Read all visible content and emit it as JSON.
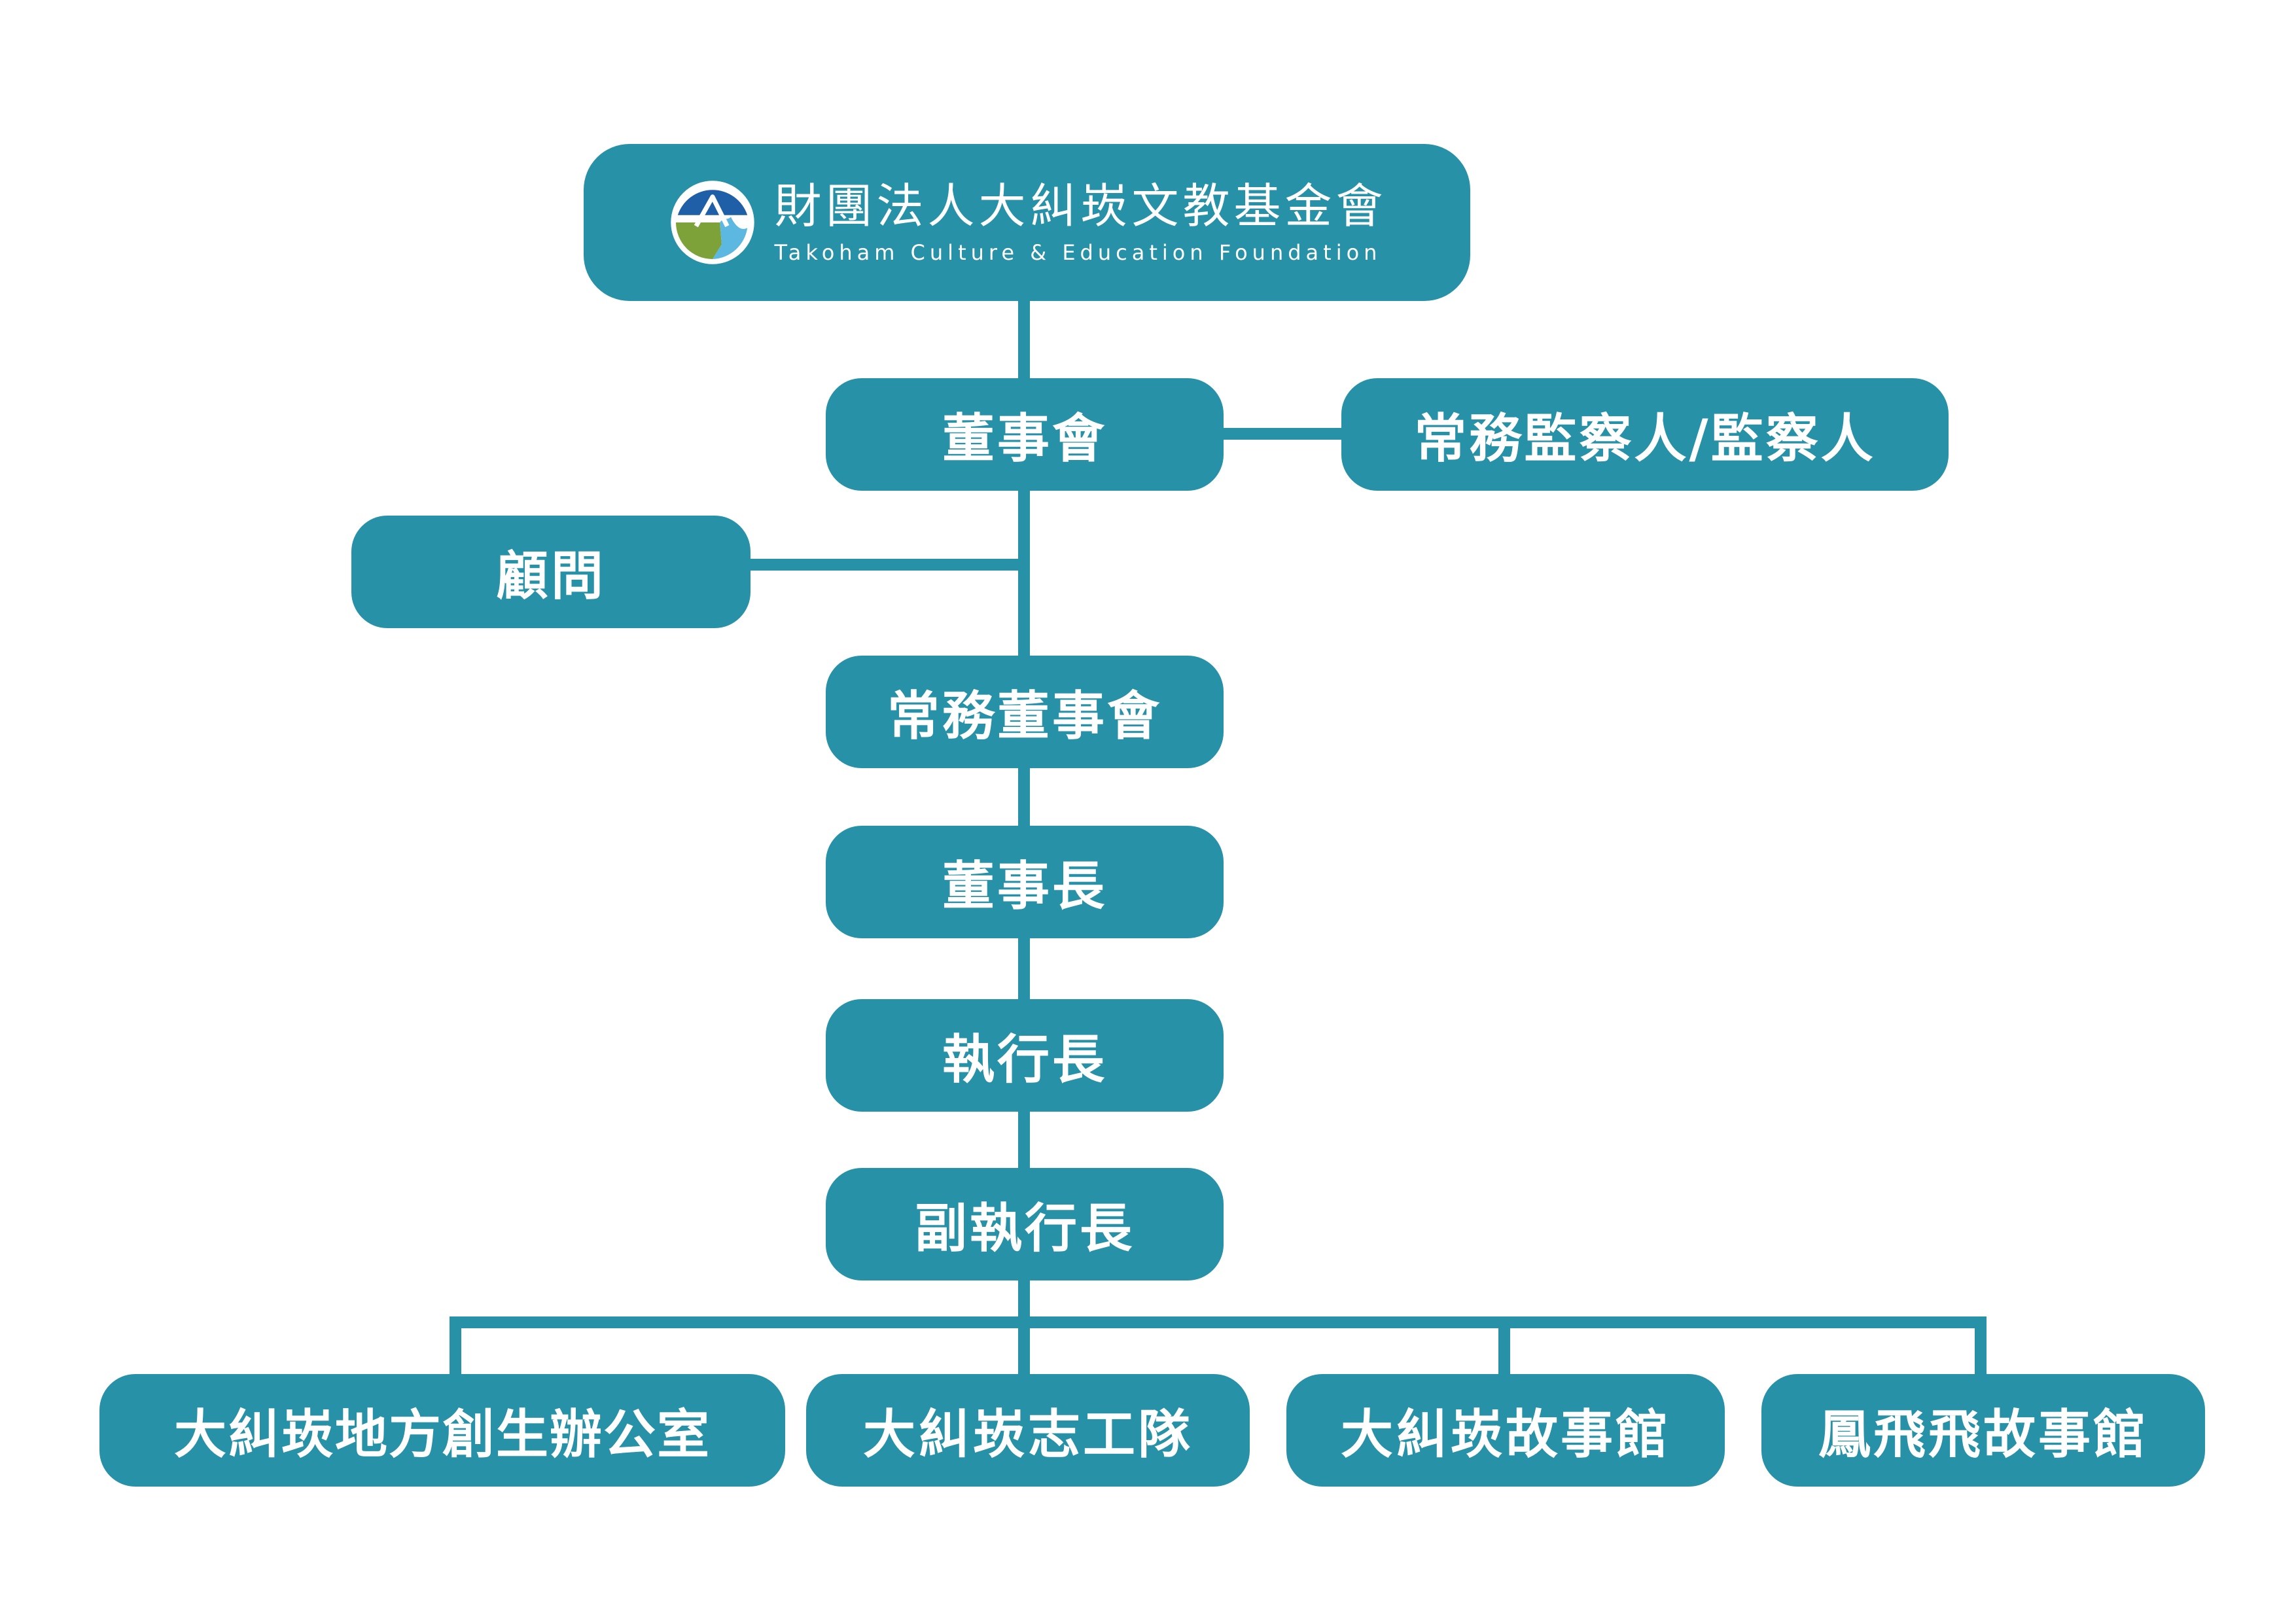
{
  "colors": {
    "accent": "#2791a8",
    "text": "#ffffff",
    "background": "#ffffff"
  },
  "root": {
    "logo_icon": "mountain-sea-logo-icon",
    "name_zh": "財團法人大糾崁文教基金會",
    "name_en": "Takoham Culture & Education Foundation"
  },
  "nodes": {
    "board": "董事會",
    "supervisors": "常務監察人/監察人",
    "advisors": "顧問",
    "executive_board": "常務董事會",
    "chairman": "董事長",
    "ceo": "執行長",
    "deputy_ceo": "副執行長"
  },
  "units": [
    "大糾崁地方創生辦公室",
    "大糾崁志工隊",
    "大糾崁故事館",
    "鳳飛飛故事館"
  ]
}
